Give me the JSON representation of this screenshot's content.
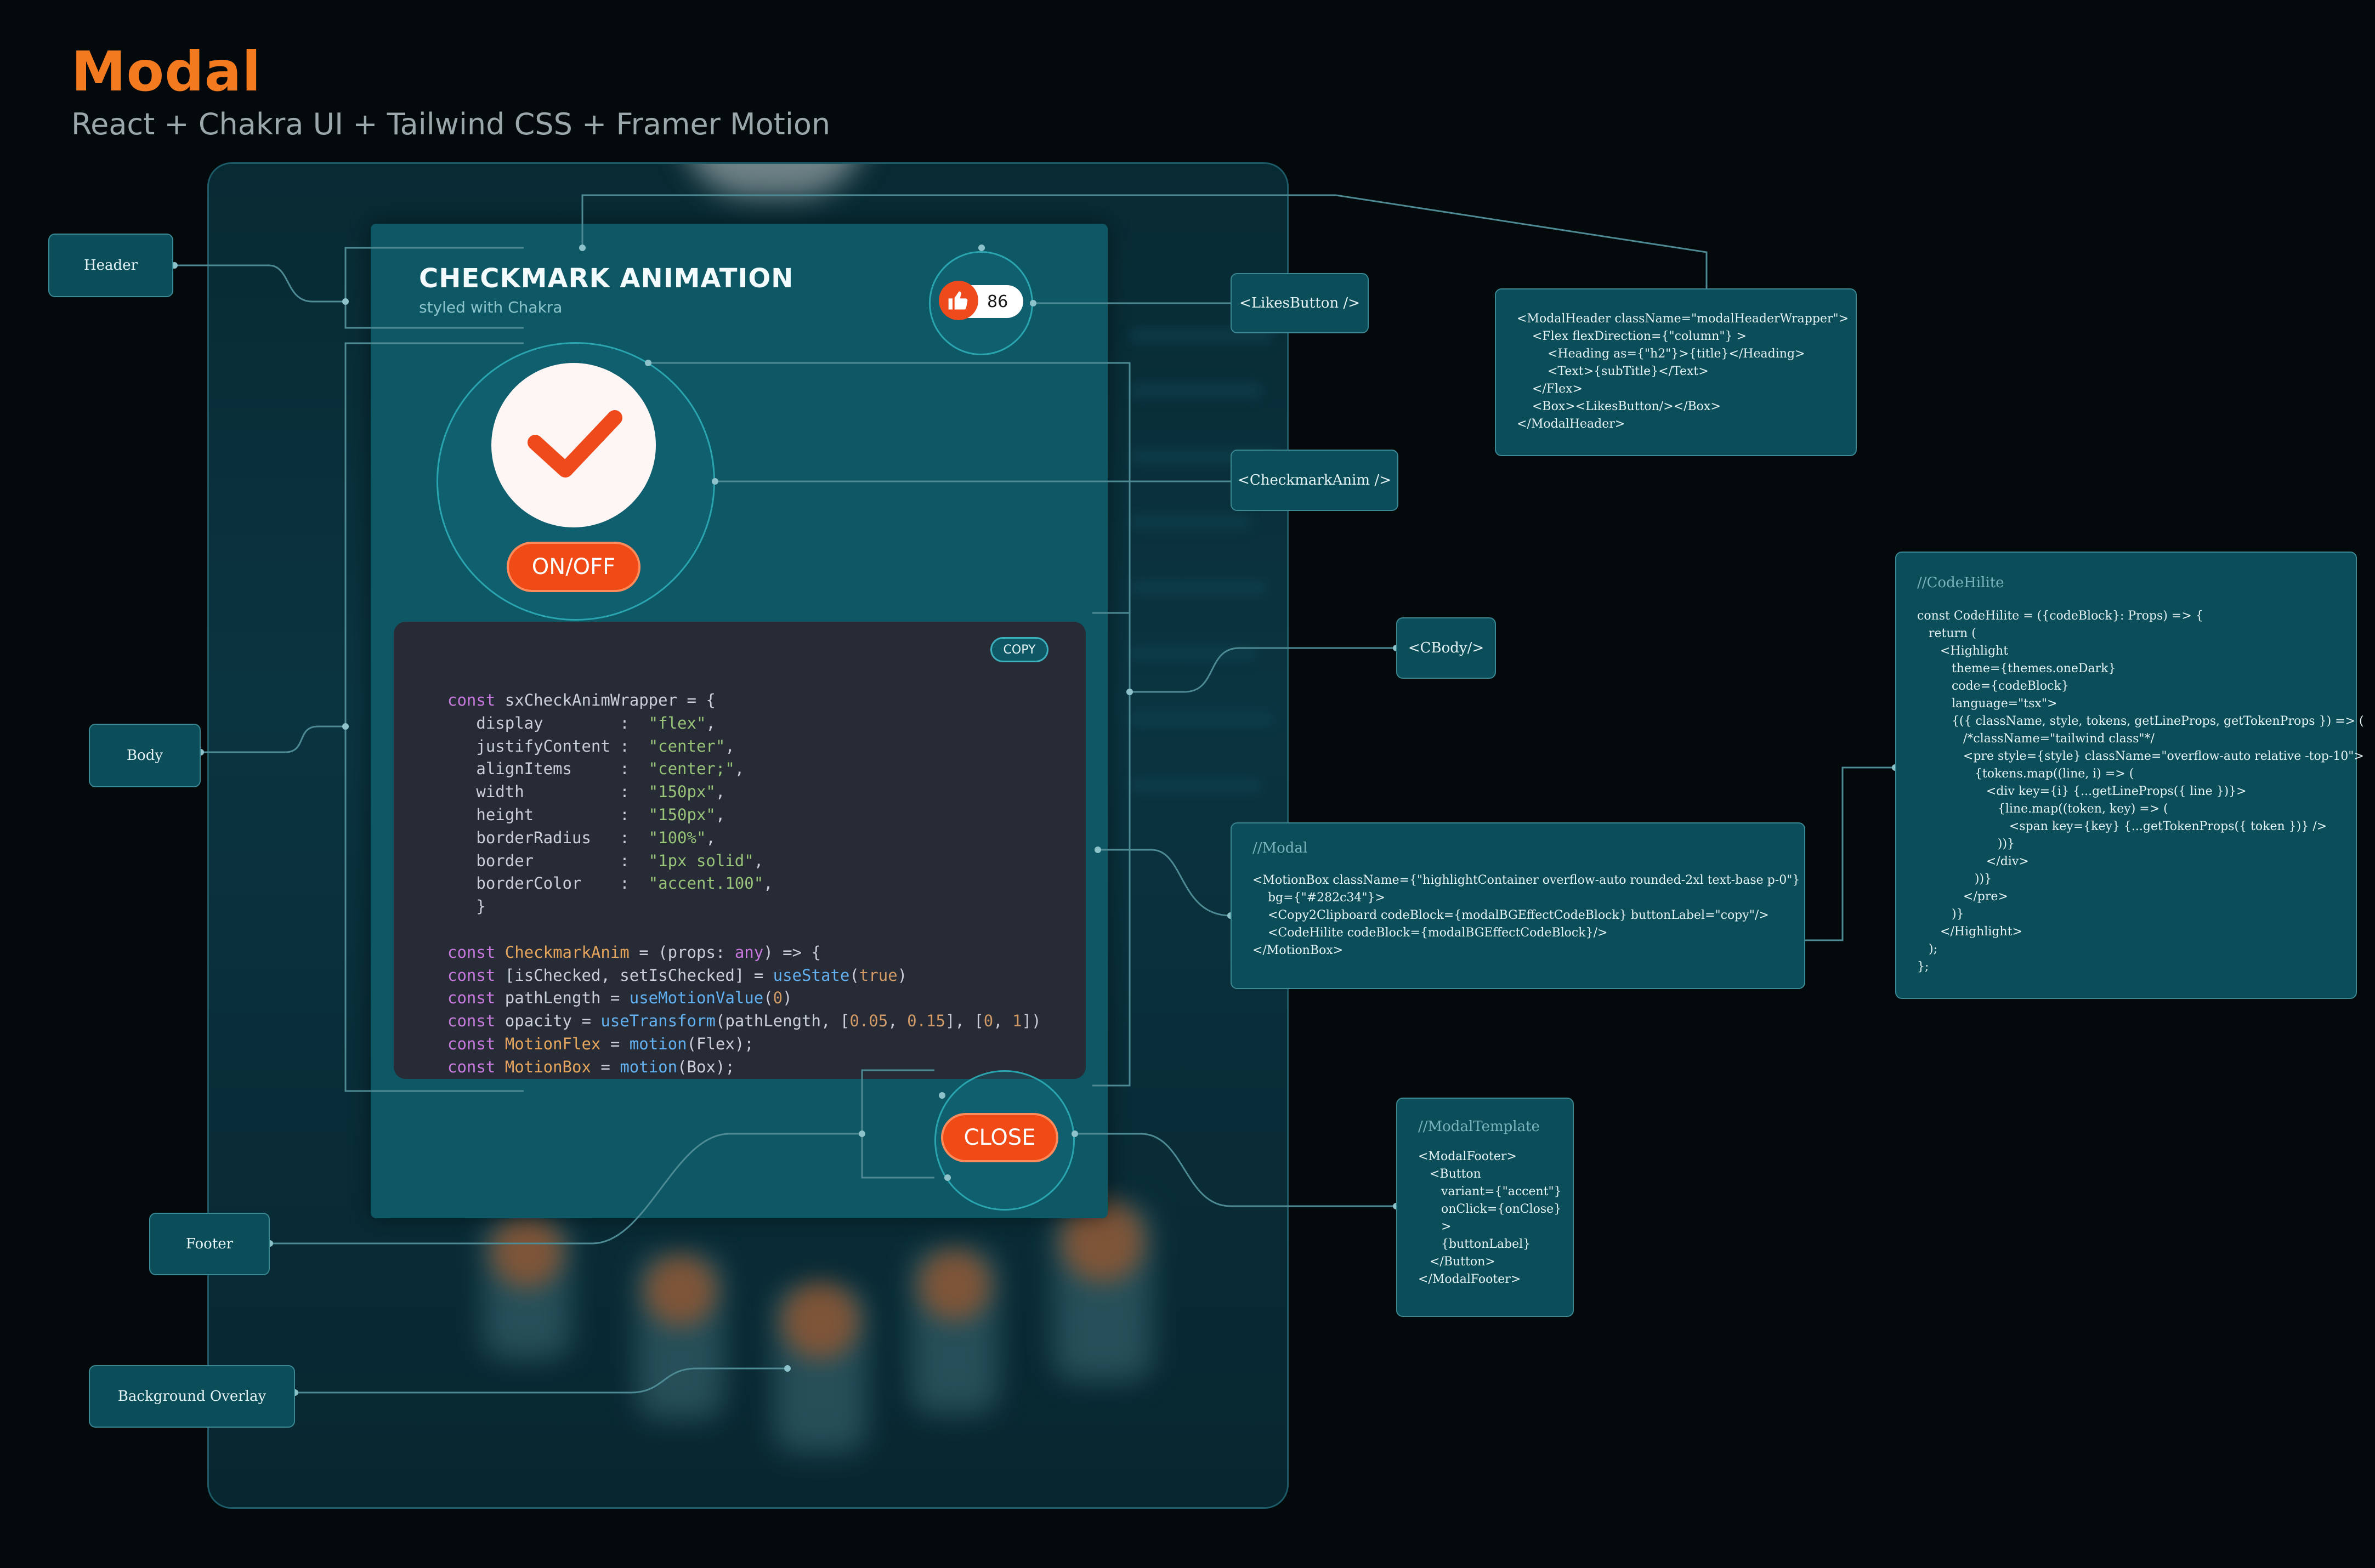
{
  "header": {
    "title": "Modal",
    "subtitle": "React + Chakra UI + Tailwind CSS + Framer Motion"
  },
  "colors": {
    "accent": "#f47a20",
    "button": "#f04a16",
    "modal_bg": "#0e5866",
    "code_bg": "#262b35",
    "annotation_bg": "#0b4e5a"
  },
  "modal": {
    "title": "CHECKMARK ANIMATION",
    "subtitle": "styled with Chakra",
    "likes": {
      "icon": "thumbs-up-icon",
      "count": "86"
    },
    "checkmark": {
      "icon": "checkmark-icon",
      "toggle_label": "ON/OFF"
    },
    "code": {
      "copy_label": "COPY",
      "lines": [
        "const sxCheckAnimWrapper = {",
        "   display        :  \"flex\",",
        "   justifyContent :  \"center\",",
        "   alignItems     :  \"center;\",",
        "   width          :  \"150px\",",
        "   height         :  \"150px\",",
        "   borderRadius   :  \"100%\",",
        "   border         :  \"1px solid\",",
        "   borderColor    :  \"accent.100\",",
        "   }",
        "",
        "const CheckmarkAnim = (props: any) => {",
        "const [isChecked, setIsChecked] = useState(true)",
        "const pathLength = useMotionValue(0)",
        "const opacity = useTransform(pathLength, [0.05, 0.15], [0, 1])",
        "const MotionFlex = motion(Flex);",
        "const MotionBox = motion(Box);"
      ]
    },
    "close_label": "CLOSE"
  },
  "annotations": {
    "header_label": "Header",
    "body_label": "Body",
    "footer_label": "Footer",
    "overlay_label": "Background Overlay",
    "likes_button_label": "<LikesButton />",
    "checkmark_anim_label": "<CheckmarkAnim />",
    "cbody_label": "<CBody/>",
    "modal_header_code": "<ModalHeader className=\"modalHeaderWrapper\">\n    <Flex flexDirection={\"column\"} >\n        <Heading as={\"h2\"}>{title}</Heading>\n        <Text>{subTitle}</Text>\n    </Flex>\n    <Box><LikesButton/></Box>\n</ModalHeader>",
    "modal_comment": "//Modal",
    "modal_code": "<MotionBox className={\"highlightContainer overflow-auto rounded-2xl text-base p-0\"}\n    bg={\"#282c34\"}>\n    <Copy2Clipboard codeBlock={modalBGEffectCodeBlock} buttonLabel=\"copy\"/>\n    <CodeHilite codeBlock={modalBGEffectCodeBlock}/>\n</MotionBox>",
    "template_comment": "//ModalTemplate",
    "template_code": "<ModalFooter>\n   <Button\n      variant={\"accent\"}\n      onClick={onClose}\n      >\n      {buttonLabel}\n   </Button>\n</ModalFooter>",
    "codehilite_comment": "//CodeHilite",
    "codehilite_code": "const CodeHilite = ({codeBlock}: Props) => {\n   return (\n      <Highlight\n         theme={themes.oneDark}\n         code={codeBlock}\n         language=\"tsx\">\n         {({ className, style, tokens, getLineProps, getTokenProps }) => (\n            /*className=\"tailwind class\"*/\n            <pre style={style} className=\"overflow-auto relative -top-10\">\n               {tokens.map((line, i) => (\n                  <div key={i} {...getLineProps({ line })}>\n                     {line.map((token, key) => (\n                        <span key={key} {...getTokenProps({ token })} />\n                     ))}\n                  </div>\n               ))}\n            </pre>\n         )}\n      </Highlight>\n   );\n};"
  }
}
